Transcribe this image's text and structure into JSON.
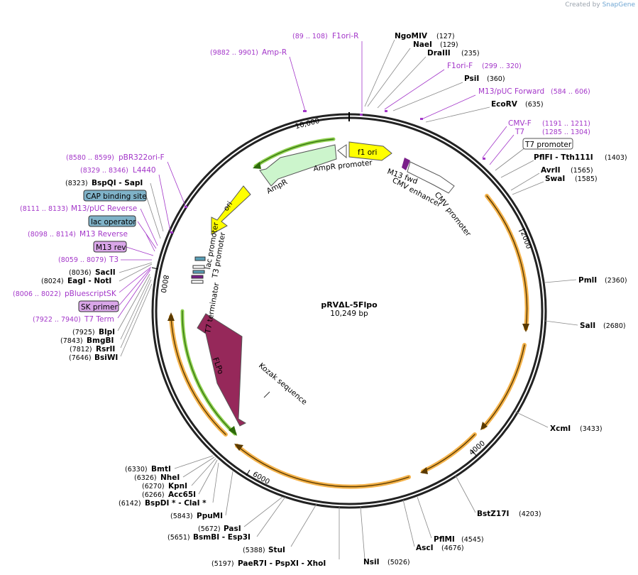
{
  "credit": {
    "prefix": "Created by",
    "brand": "SnapGene"
  },
  "plasmid": {
    "name": "pRVΔL-5Flpo",
    "size": "10,249 bp"
  },
  "ticks": [
    "2000",
    "4000",
    "6000",
    "8000",
    "10,000"
  ],
  "features": [
    {
      "label": "f1 ori",
      "color": "#ffff00"
    },
    {
      "label": "AmpR promoter"
    },
    {
      "label": "AmpR",
      "color": "#ccf5cc"
    },
    {
      "label": "ori",
      "color": "#ffff00"
    },
    {
      "label": "lac promoter"
    },
    {
      "label": "T3 promoter"
    },
    {
      "label": "T7 terminator"
    },
    {
      "label": "FLPo",
      "color": "#96285a"
    },
    {
      "label": "Kozak sequence"
    },
    {
      "label": "M13 fwd"
    },
    {
      "label": "CMV enhancer"
    },
    {
      "label": "CMV promoter"
    }
  ],
  "sites": [
    {
      "name": "NgoMIV",
      "pos": "(127)"
    },
    {
      "name": "NaeI",
      "pos": "(129)"
    },
    {
      "name": "DraIII",
      "pos": "(235)"
    },
    {
      "name": "PsiI",
      "pos": "(360)"
    },
    {
      "name": "EcoRV",
      "pos": "(635)"
    },
    {
      "name": "T7 promoter",
      "pos": ""
    },
    {
      "name": "PflFI  - Tth111I",
      "pos": "(1403)"
    },
    {
      "name": "AvrII",
      "pos": "(1565)"
    },
    {
      "name": "SwaI",
      "pos": "(1585)"
    },
    {
      "name": "PmlI",
      "pos": "(2360)"
    },
    {
      "name": "SalI",
      "pos": "(2680)"
    },
    {
      "name": "XcmI",
      "pos": "(3433)"
    },
    {
      "name": "BstZ17I",
      "pos": "(4203)"
    },
    {
      "name": "PflMI",
      "pos": "(4545)"
    },
    {
      "name": "AscI",
      "pos": "(4676)"
    },
    {
      "name": "NsiI",
      "pos": "(5026)"
    },
    {
      "name": "PaeR7I  - PspXI  - XhoI",
      "pos": "(5197)"
    },
    {
      "name": "StuI",
      "pos": "(5388)"
    },
    {
      "name": "BsmBI  - Esp3I",
      "pos": "(5651)"
    },
    {
      "name": "PasI",
      "pos": "(5672)"
    },
    {
      "name": "PpuMI",
      "pos": "(5843)"
    },
    {
      "name": "BspDI *  - ClaI *",
      "pos": "(6142)"
    },
    {
      "name": "Acc65I",
      "pos": "(6266)"
    },
    {
      "name": "KpnI",
      "pos": "(6270)"
    },
    {
      "name": "NheI",
      "pos": "(6326)"
    },
    {
      "name": "BmtI",
      "pos": "(6330)"
    },
    {
      "name": "BsiWI",
      "pos": "(7646)"
    },
    {
      "name": "RsrII",
      "pos": "(7812)"
    },
    {
      "name": "BmgBI",
      "pos": "(7843)"
    },
    {
      "name": "BlpI",
      "pos": "(7925)"
    },
    {
      "name": "EagI  - NotI",
      "pos": "(8024)"
    },
    {
      "name": "SacII",
      "pos": "(8036)"
    },
    {
      "name": "BspQI  - SapI",
      "pos": "(8323)"
    }
  ],
  "primers": [
    {
      "name": "F1ori-R",
      "pos": "(89 .. 108)"
    },
    {
      "name": "Amp-R",
      "pos": "(9882 .. 9901)"
    },
    {
      "name": "F1ori-F",
      "pos": "(299 .. 320)"
    },
    {
      "name": "M13/pUC Forward",
      "pos": "(584 .. 606)"
    },
    {
      "name": "CMV-F",
      "pos": "(1191 .. 1211)"
    },
    {
      "name": "T7",
      "pos": "(1285 .. 1304)"
    },
    {
      "name": "pBR322ori-F",
      "pos": "(8580 .. 8599)"
    },
    {
      "name": "L4440",
      "pos": "(8329 .. 8346)"
    },
    {
      "name": "M13/pUC Reverse",
      "pos": "(8111 .. 8133)"
    },
    {
      "name": "M13 Reverse",
      "pos": "(8098 .. 8114)"
    },
    {
      "name": "T3",
      "pos": "(8059 .. 8079)"
    },
    {
      "name": "pBluescriptSK",
      "pos": "(8006 .. 8022)"
    },
    {
      "name": "T7 Term",
      "pos": "(7922 .. 7940)"
    }
  ],
  "boxed_labels": [
    {
      "name": "CAP binding site",
      "color": "#7fb2c8"
    },
    {
      "name": "lac operator",
      "color": "#7fb2c8"
    },
    {
      "name": "M13 rev",
      "color": "#d9a6e8"
    },
    {
      "name": "SK primer",
      "color": "#d9a6e8"
    }
  ],
  "colors": {
    "primer": "#a336c9",
    "orf": "#f4b24a",
    "orf_stroke": "#5a3a00"
  }
}
